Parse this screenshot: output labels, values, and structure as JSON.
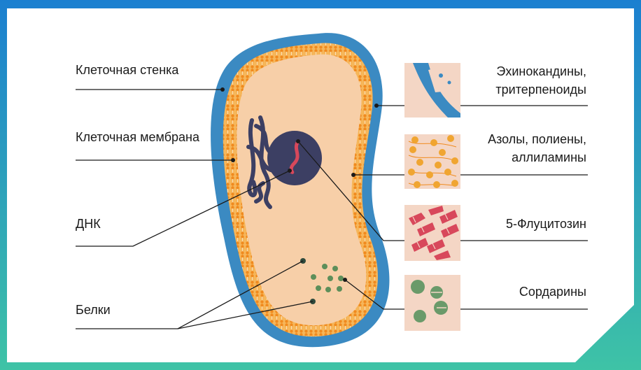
{
  "colors": {
    "frame_top": "#1b7fd0",
    "frame_bottom": "#3ec3a6",
    "cell_wall": "#3b8ac2",
    "membrane": "#f0a531",
    "cytoplasm": "#f7cfa8",
    "nucleus": "#3c3f63",
    "dna": "#d8485b",
    "protein": "#5d8f5a",
    "thumb_bg": "#f4d6c5"
  },
  "left_labels": [
    {
      "text": "Клеточная стенка"
    },
    {
      "text": "Клеточная мембрана"
    },
    {
      "text": "ДНК"
    },
    {
      "text": "Белки"
    }
  ],
  "right_labels": [
    {
      "line1": "Эхинокандины,",
      "line2": "тритерпеноиды"
    },
    {
      "line1": "Азолы, полиены,",
      "line2": "аллиламины"
    },
    {
      "line1": "5-Флуцитозин",
      "line2": ""
    },
    {
      "line1": "Сордарины",
      "line2": ""
    }
  ],
  "thumbnails": [
    {
      "icon": "cell-wall-damage-icon"
    },
    {
      "icon": "membrane-lipid-icon"
    },
    {
      "icon": "dna-fragment-icon"
    },
    {
      "icon": "ribosome-protein-icon"
    }
  ]
}
